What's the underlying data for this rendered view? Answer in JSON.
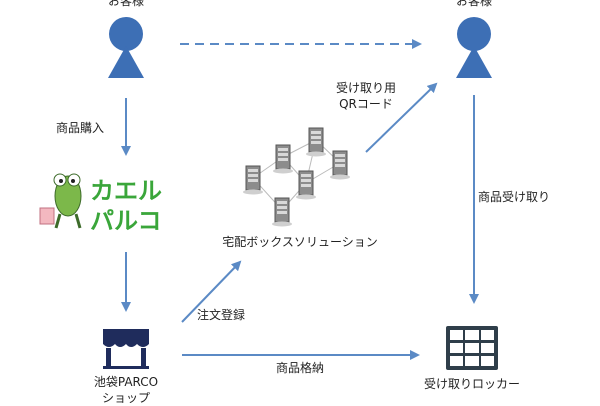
{
  "nodes": {
    "customer_left": {
      "label": "お客様"
    },
    "customer_right": {
      "label": "お客様"
    },
    "kaeru_parco": {
      "logo_line1": "カエル",
      "logo_line2": "パルコ"
    },
    "solution": {
      "label": "宅配ボックスソリューション"
    },
    "shop": {
      "label_line1": "池袋PARCO",
      "label_line2": "ショップ"
    },
    "locker": {
      "label": "受け取りロッカー"
    }
  },
  "edges": {
    "purchase": {
      "label": "商品購入"
    },
    "qr": {
      "label_line1": "受け取り用",
      "label_line2": "QRコード"
    },
    "receive": {
      "label": "商品受け取り"
    },
    "order": {
      "label": "注文登録"
    },
    "store": {
      "label": "商品格納"
    }
  },
  "colors": {
    "person": "#3d6fb5",
    "arrow": "#5b8ac5",
    "logo_green": "#3aa63a",
    "shop_navy": "#1f2c5c",
    "locker_dark": "#2f3e4a",
    "server_gray": "#8c8c8c"
  }
}
